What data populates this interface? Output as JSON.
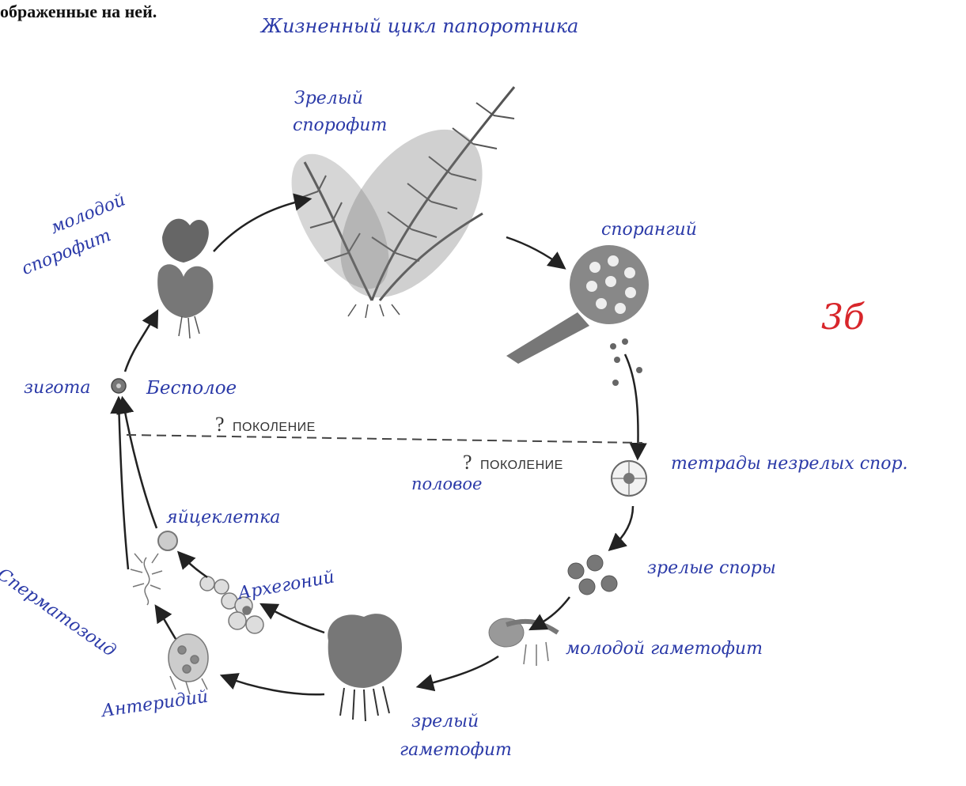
{
  "header_text": "ображенные на ней.",
  "title": "Жизненный цикл папоротника",
  "grade": "3б",
  "generation_upper": {
    "mark": "?",
    "label": "ПОКОЛЕНИЕ",
    "answer": "Бесполое"
  },
  "generation_lower": {
    "mark": "?",
    "label": "ПОКОЛЕНИЕ",
    "answer": "половое"
  },
  "stages": {
    "mature_sporophyte": [
      "Зрелый",
      "спорофит"
    ],
    "sporangium": "спорангий",
    "spore_tetrad": "тетрады незрелых спор.",
    "mature_spores": "зрелые споры",
    "young_gametophyte": "молодой гаметофит",
    "mature_gametophyte": [
      "зрелый",
      "гаметофит"
    ],
    "antheridium": "Антеридий",
    "archegonium": "Архегоний",
    "spermatozoid": "Сперматозоид",
    "egg_cell": "яйцеклетка",
    "zygote": "зигота",
    "young_sporophyte": [
      "молодой",
      "спорофит"
    ]
  },
  "colors": {
    "ink_handwriting": "#2b3aa8",
    "ink_grade": "#d8262b",
    "illustration": "#444444"
  }
}
